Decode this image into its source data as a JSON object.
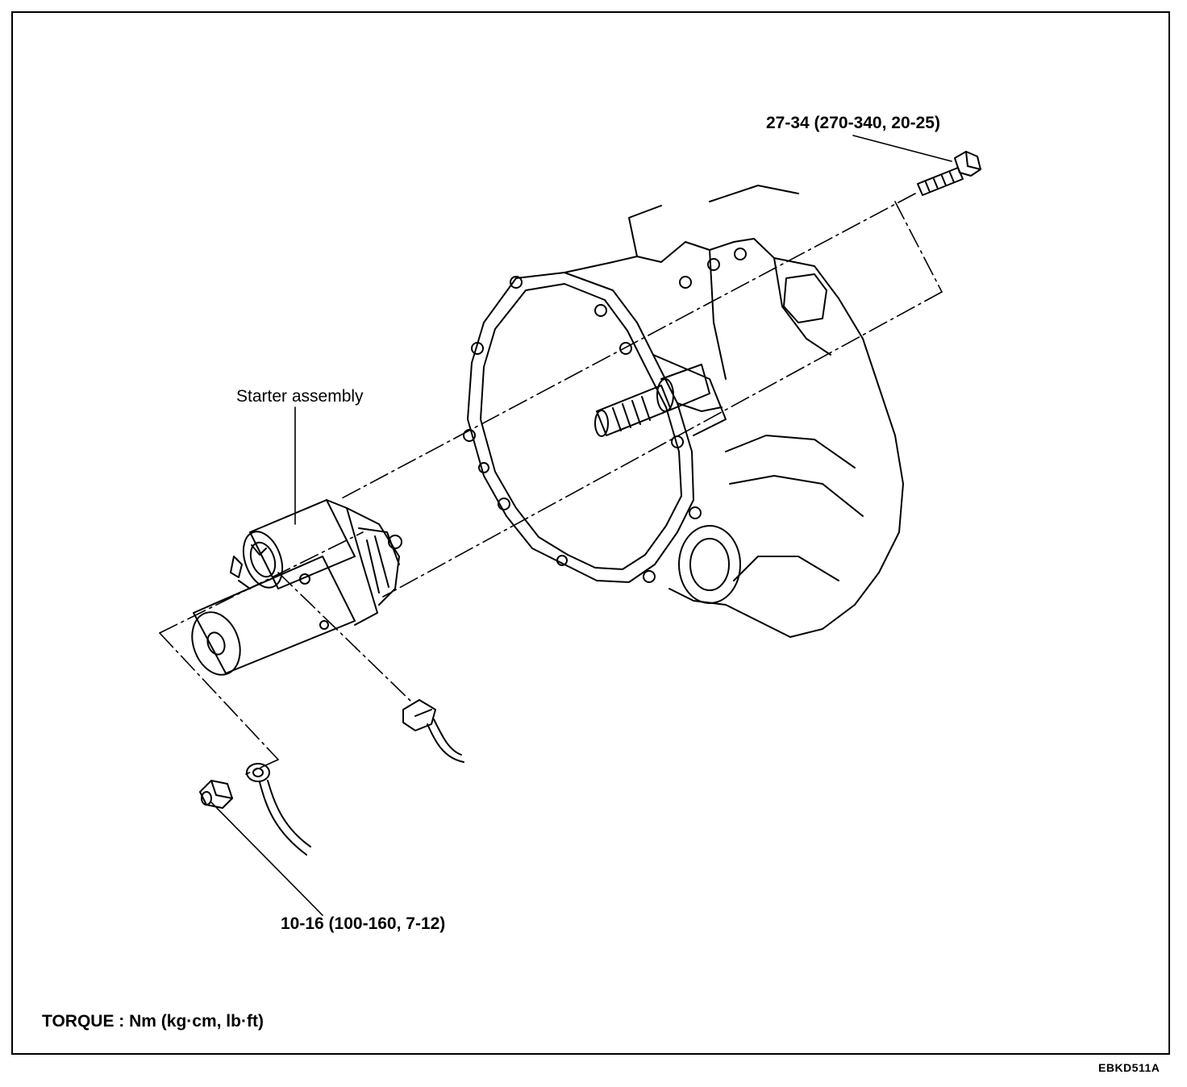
{
  "labels": {
    "upper_bolt_torque": "27-34 (270-340, 20-25)",
    "starter_assembly": "Starter assembly",
    "lower_nut_torque": "10-16 (100-160, 7-12)",
    "torque_legend": "TORQUE : Nm (kg·cm, lb·ft)",
    "figure_code": "EBKD511A"
  },
  "colors": {
    "line": "#000000",
    "background": "#ffffff"
  }
}
